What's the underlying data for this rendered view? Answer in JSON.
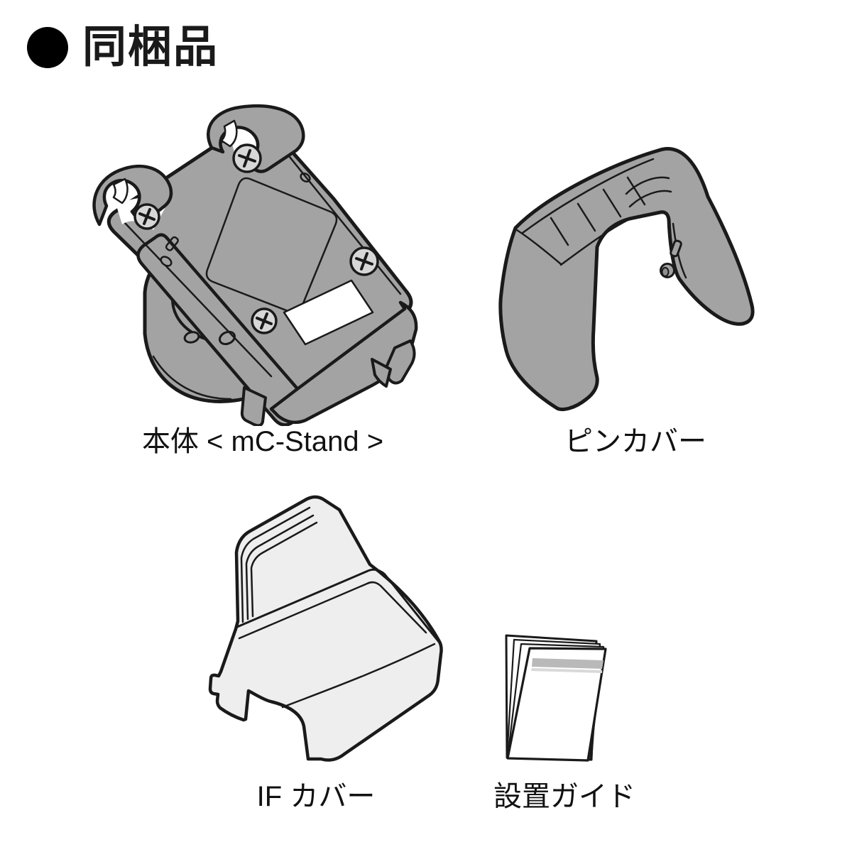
{
  "header": {
    "title": "同梱品",
    "bullet_icon": "filled-circle"
  },
  "items": [
    {
      "id": "main-unit",
      "label": "本体 < mC-Stand >",
      "illustration": "mc-stand-illustration"
    },
    {
      "id": "pin-cover",
      "label": "ピンカバー",
      "illustration": "pin-cover-illustration"
    },
    {
      "id": "if-cover",
      "label": "IF カバー",
      "illustration": "if-cover-illustration"
    },
    {
      "id": "setup-guide",
      "label": "設置ガイド",
      "illustration": "installation-guide-illustration"
    }
  ],
  "colors": {
    "outline": "#1a1a1a",
    "part_gray": "#a3a3a3",
    "part_light_gray": "#eeeeee",
    "paper_white": "#ffffff",
    "stripe_gray": "#b9b9b9",
    "stripe_light": "#d9d9d9",
    "text": "#111111",
    "background": "#ffffff"
  }
}
